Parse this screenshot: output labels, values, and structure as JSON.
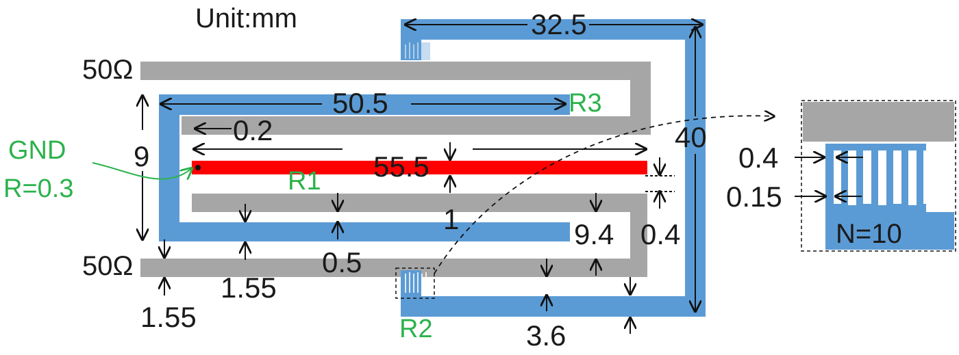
{
  "unit_label": "Unit:mm",
  "ports": {
    "top": "50Ω",
    "bottom": "50Ω"
  },
  "resonators": {
    "r1": "R1",
    "r2": "R2",
    "r3": "R3"
  },
  "gnd": {
    "line1": "GND",
    "line2": "R=0.3"
  },
  "dimensions": {
    "d32_5": "32.5",
    "d50_5": "50.5",
    "d0_2": "0.2",
    "d55_5": "55.5",
    "d9": "9",
    "d40": "40",
    "d1": "1",
    "d9_4": "9.4",
    "d0_4": "0.4",
    "d0_5": "0.5",
    "d1_55_a": "1.55",
    "d1_55_b": "1.55",
    "d3_6": "3.6"
  },
  "inset": {
    "d0_4": "0.4",
    "d0_15": "0.15",
    "count": "N=10"
  },
  "colors": {
    "microstrip": "#a6a6a6",
    "resonator": "#5b9bd5",
    "highlight": "#ff0000",
    "label_green": "#2bb24c"
  }
}
